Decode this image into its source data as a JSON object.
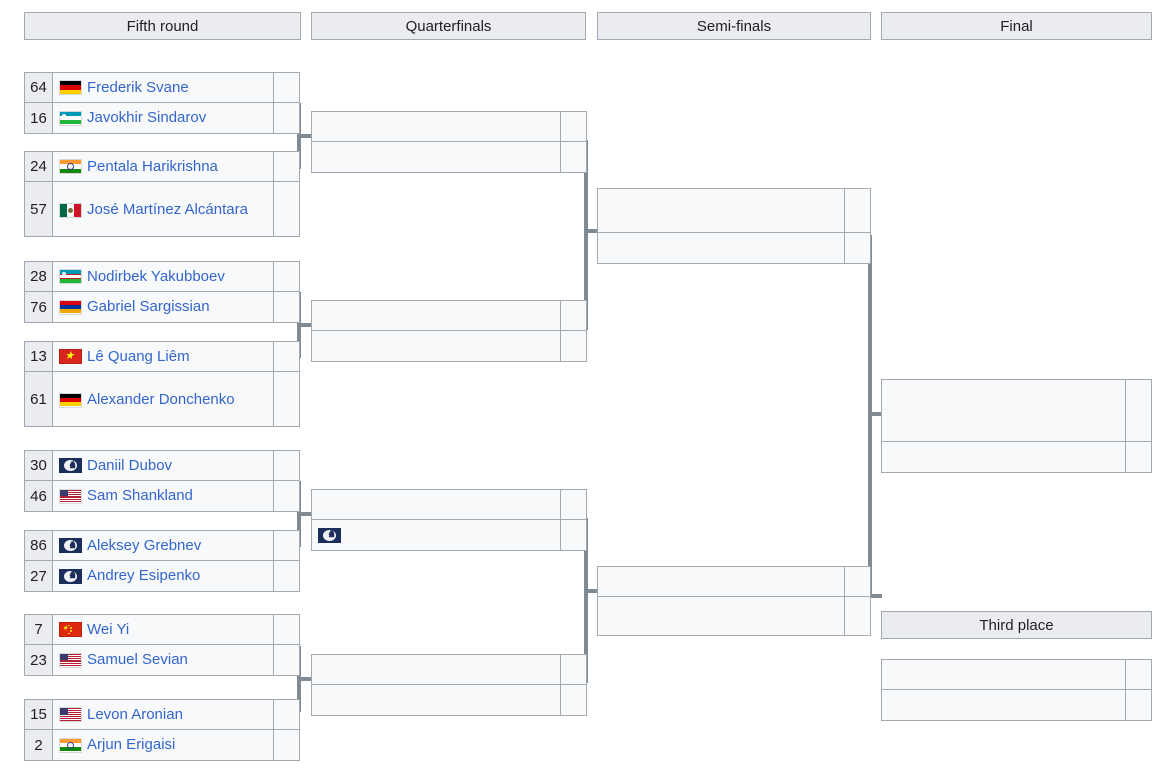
{
  "bracket": {
    "headers": [
      {
        "label": "Fifth round"
      },
      {
        "label": "Quarterfinals"
      },
      {
        "label": "Semi-finals"
      },
      {
        "label": "Final"
      }
    ],
    "third_place_label": "Third place",
    "colors": {
      "header_bg": "#eaecf0",
      "box_bg": "#f8f9fa",
      "border": "#a2a9b1",
      "connector": "#808a93",
      "link_text": "#3366cc",
      "seed_bg": "#eaecf0"
    },
    "fifth_round": [
      {
        "seed": "64",
        "name": "Frederik Svane",
        "flag": "de",
        "score": ""
      },
      {
        "seed": "16",
        "name": "Javokhir Sindarov",
        "flag": "uz",
        "score": ""
      },
      {
        "seed": "24",
        "name": "Pentala Harikrishna",
        "flag": "in",
        "score": ""
      },
      {
        "seed": "57",
        "name": "José Martínez Alcántara",
        "flag": "mx",
        "score": ""
      },
      {
        "seed": "28",
        "name": "Nodirbek Yakubboev",
        "flag": "uz",
        "score": ""
      },
      {
        "seed": "76",
        "name": "Gabriel Sargissian",
        "flag": "am",
        "score": ""
      },
      {
        "seed": "13",
        "name": "Lê Quang Liêm",
        "flag": "vn",
        "score": ""
      },
      {
        "seed": "61",
        "name": "Alexander Donchenko",
        "flag": "de",
        "score": ""
      },
      {
        "seed": "30",
        "name": "Daniil Dubov",
        "flag": "fide",
        "score": ""
      },
      {
        "seed": "46",
        "name": "Sam Shankland",
        "flag": "us",
        "score": ""
      },
      {
        "seed": "86",
        "name": "Aleksey Grebnev",
        "flag": "fide",
        "score": ""
      },
      {
        "seed": "27",
        "name": "Andrey Esipenko",
        "flag": "fide",
        "score": ""
      },
      {
        "seed": "7",
        "name": "Wei Yi",
        "flag": "cn",
        "score": ""
      },
      {
        "seed": "23",
        "name": "Samuel Sevian",
        "flag": "us",
        "score": ""
      },
      {
        "seed": "15",
        "name": "Levon Aronian",
        "flag": "us",
        "score": ""
      },
      {
        "seed": "2",
        "name": "Arjun Erigaisi",
        "flag": "in",
        "score": ""
      }
    ],
    "quarterfinals": [
      {
        "name": "",
        "flag": "",
        "score": ""
      },
      {
        "name": "",
        "flag": "",
        "score": ""
      },
      {
        "name": "",
        "flag": "",
        "score": ""
      },
      {
        "name": "",
        "flag": "",
        "score": ""
      },
      {
        "name": "",
        "flag": "",
        "score": ""
      },
      {
        "name": "",
        "flag": "fide",
        "score": ""
      },
      {
        "name": "",
        "flag": "",
        "score": ""
      },
      {
        "name": "",
        "flag": "",
        "score": ""
      }
    ],
    "semifinals": [
      {
        "name": "",
        "flag": "",
        "score": ""
      },
      {
        "name": "",
        "flag": "",
        "score": ""
      },
      {
        "name": "",
        "flag": "",
        "score": ""
      },
      {
        "name": "",
        "flag": "",
        "score": ""
      }
    ],
    "final": [
      {
        "name": "",
        "flag": "",
        "score": ""
      },
      {
        "name": "",
        "flag": "",
        "score": ""
      }
    ],
    "third_place": [
      {
        "name": "",
        "flag": "",
        "score": ""
      },
      {
        "name": "",
        "flag": "",
        "score": ""
      }
    ]
  }
}
